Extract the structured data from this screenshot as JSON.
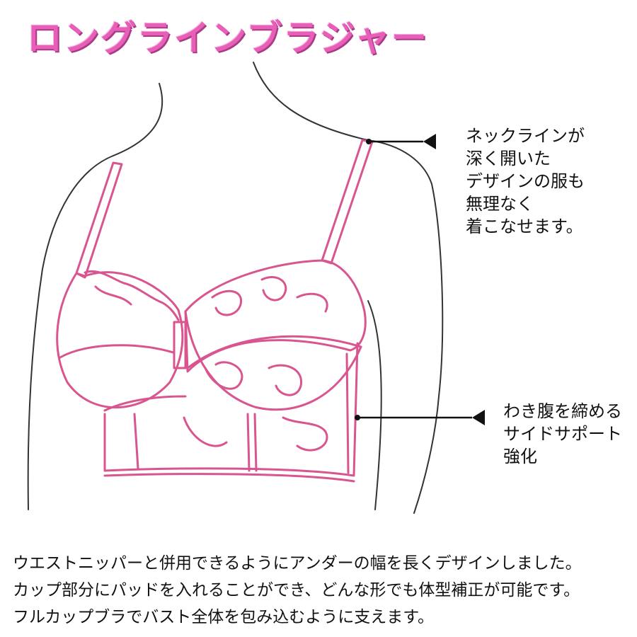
{
  "title": "ロングラインブラジャー",
  "annotations": {
    "neckline": [
      "ネックラインが",
      "深く開いた",
      "デザインの服も",
      "無理なく",
      "着こなせます。"
    ],
    "side_support": [
      "わき腹を締める",
      "サイドサポート",
      "強化"
    ]
  },
  "description": [
    "ウエストニッパーと併用できるようにアンダーの幅を長くデザインしました。",
    "カップ部分にパッドを入れることができ、どんな形でも体型補正が可能です。",
    "フルカップブラでバスト全体を包み込むように支えます。"
  ],
  "colors": {
    "title": "#e85fb8",
    "garment": "#d9558f",
    "outline": "#222222"
  }
}
